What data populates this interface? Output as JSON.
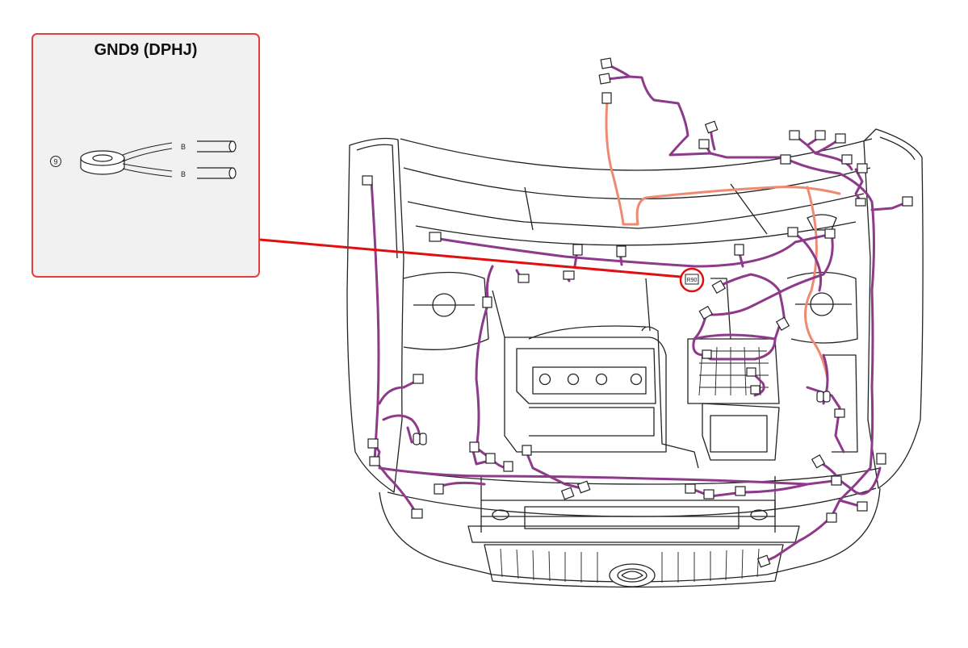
{
  "callout": {
    "title": "GND9 (DPHJ)",
    "index_marker": "9",
    "wire_1_color": "B",
    "wire_2_color": "B"
  },
  "locator": {
    "label": "R90"
  },
  "colors": {
    "harness": "#8e3a8a",
    "harness_alt": "#ee8a72",
    "callout_line": "#e01010",
    "callout_border": "#e04040",
    "callout_bg": "#f1f1f1",
    "outline": "#222222"
  }
}
